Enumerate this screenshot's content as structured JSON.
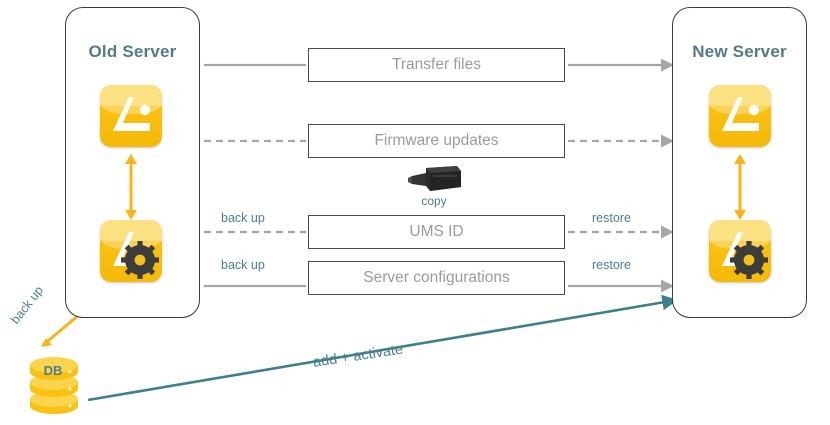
{
  "diagram": {
    "title_hidden": "",
    "panels": [
      {
        "id": "old",
        "label": "Old Server"
      },
      {
        "id": "new",
        "label": "New Server"
      }
    ],
    "boxes": [
      {
        "id": "transfer",
        "label": "Transfer files"
      },
      {
        "id": "firmware",
        "label": "Firmware updates"
      },
      {
        "id": "umsid",
        "label": "UMS ID"
      },
      {
        "id": "config",
        "label": "Server configurations"
      }
    ],
    "captions": {
      "backup_umsid": "back up",
      "backup_config": "back up",
      "restore_umsid": "restore",
      "restore_config": "restore",
      "copy": "copy",
      "db_backup": "back up",
      "add_activate": "add + activate"
    },
    "database": {
      "label": "DB"
    },
    "icons": {
      "app_icon": "ums-app-icon",
      "app_icon_settings": "ums-app-settings-icon",
      "usb": "usb-adapter-icon",
      "db": "database-cylinder-icon",
      "vertical_arrow": "double-headed-vertical-arrow-icon",
      "diagonal_arrow": "diagonal-arrow-icon"
    },
    "colors": {
      "panel_border": "#3b3b3b",
      "panel_title": "#527b88",
      "box_border": "#4a4a4a",
      "box_text": "#9b9b9b",
      "caption_teal": "#4a7f90",
      "connector_gray": "#a6a6a6",
      "accent_orange": "#f9b417",
      "accent_teal": "#3d7f8c",
      "icon_yellow": "#f9c111",
      "gear_dark": "#3c3c3c"
    }
  }
}
